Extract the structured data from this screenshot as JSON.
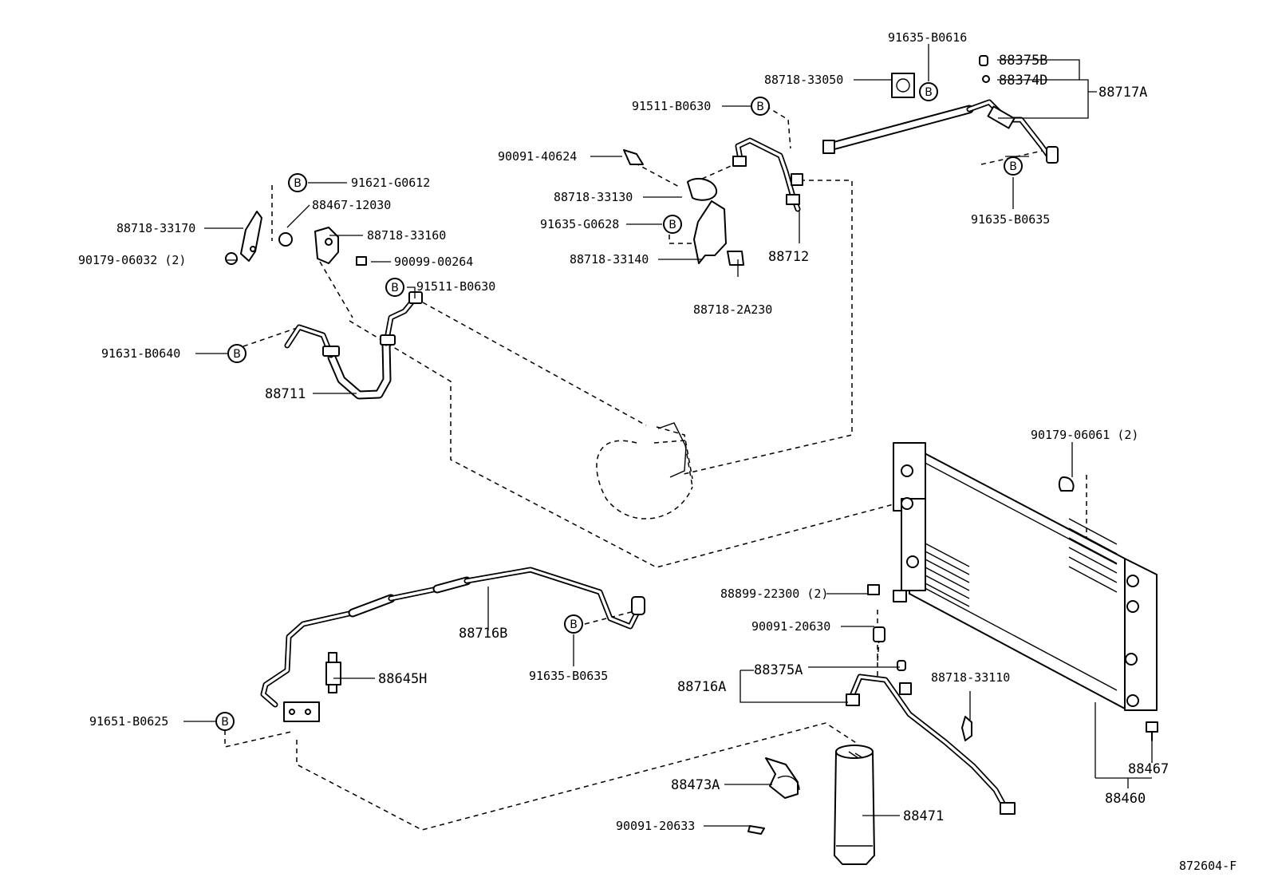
{
  "callouts": {
    "p91635_B0616": "91635-B0616",
    "p88375B": "88375B",
    "p88374D": "88374D",
    "p88717A": "88717A",
    "p88718_33050": "88718-33050",
    "p91511_B0630_top": "91511-B0630",
    "p90091_40624": "90091-40624",
    "p88718_33130": "88718-33130",
    "p91635_G0628": "91635-G0628",
    "p88718_33140": "88718-33140",
    "p88712": "88712",
    "p88718_2A230": "88718-2A230",
    "p91635_B0635_top": "91635-B0635",
    "p91621_G0612": "91621-G0612",
    "p88467_12030": "88467-12030",
    "p88718_33170": "88718-33170",
    "p88718_33160": "88718-33160",
    "p90179_06032": "90179-06032 (2)",
    "p90099_00264": "90099-00264",
    "p91511_B0630_mid": "91511-B0630",
    "p91631_B0640": "91631-B0640",
    "p88711": "88711",
    "p90179_06061": "90179-06061 (2)",
    "p88899_22300": "88899-22300 (2)",
    "p90091_20630": "90091-20630",
    "p88716B": "88716B",
    "p88645H": "88645H",
    "p91635_B0635_bot": "91635-B0635",
    "p88375A": "88375A",
    "p88716A": "88716A",
    "p88718_33110": "88718-33110",
    "p91651_B0625": "91651-B0625",
    "p88467": "88467",
    "p88473A": "88473A",
    "p88460": "88460",
    "p88471": "88471",
    "p90091_20633": "90091-20633"
  },
  "bolt_marker": "B",
  "figure_code": "872604-F"
}
